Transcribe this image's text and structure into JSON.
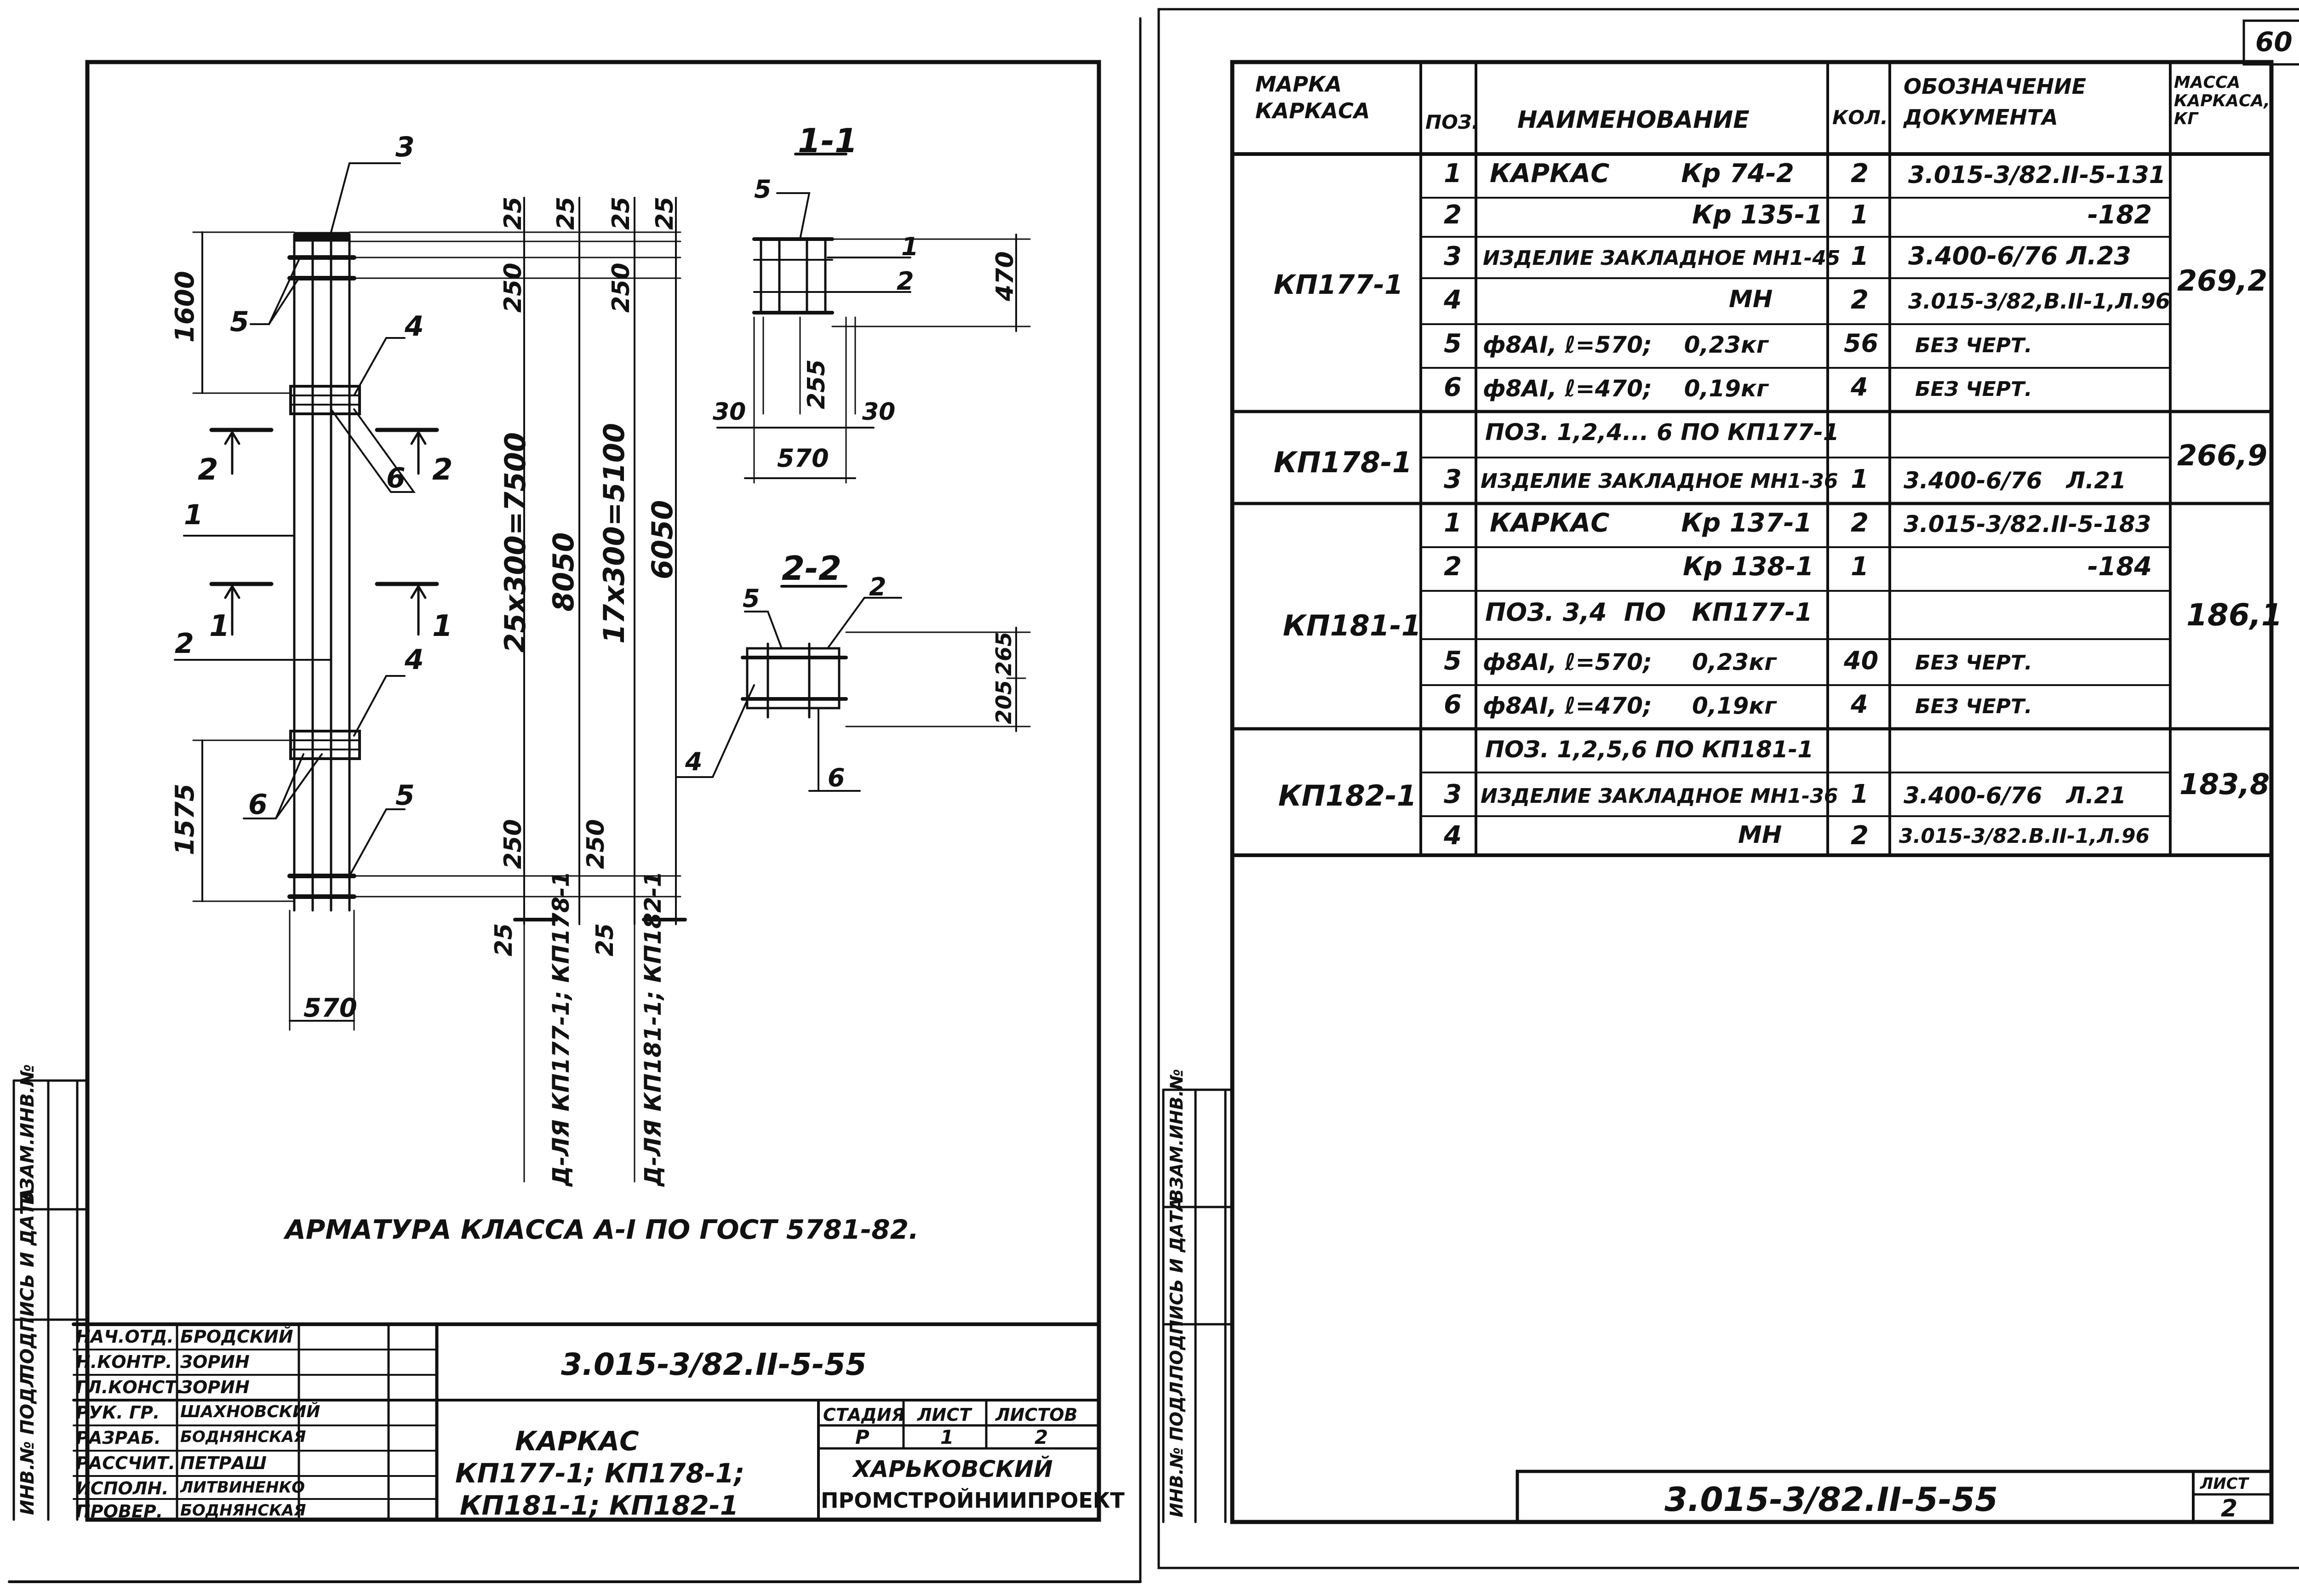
{
  "page_number": "60",
  "sheet1": {
    "section_1_1": "1-1",
    "section_2_2": "2-2",
    "labels": {
      "p3": "3",
      "p5a": "5",
      "p4a": "4",
      "p2arrow": "2",
      "p6a": "6",
      "p2arrow_b": "2",
      "p1line": "1",
      "p1arrow": "1",
      "p1arrow_b": "1",
      "p2line": "2",
      "p4b": "4",
      "p6b": "6",
      "p5b": "5",
      "s11_5": "5",
      "s11_1": "1",
      "s11_2": "2",
      "s22_5": "5",
      "s22_2": "2",
      "s22_4": "4",
      "s22_6": "6"
    },
    "dims": {
      "d1600": "1600",
      "d1575": "1575",
      "d570": "570",
      "d25a": "25",
      "d25b": "25",
      "d25c": "25",
      "d25d": "25",
      "d250a": "250",
      "d250b": "250",
      "d250c": "250",
      "d250d": "250",
      "d25_bot1": "25",
      "d25_bot2": "25",
      "d25x300": "25x300=7500",
      "d8050": "8050",
      "d17x300": "17x300=5100",
      "d6050": "6050",
      "note_a": "Д-ЛЯ КП177-1; КП178-1",
      "note_b": "Д-ЛЯ КП181-1; КП182-1",
      "s11_470": "470",
      "s11_30a": "30",
      "s11_255": "255",
      "s11_30b": "30",
      "s11_570": "570",
      "s22_265": "265",
      "s22_205": "205"
    },
    "note": "АРМАТУРА КЛАССА А-I ПО ГОСТ 5781-82.",
    "side_stamp": [
      "ИНВ.№ ПОДЛ.",
      "ПОДПИСЬ И ДАТА",
      "ВЗАМ.ИНВ.№"
    ],
    "title_block": {
      "roles": [
        "НАЧ.ОТД.",
        "Н.КОНТР.",
        "ГЛ.КОНСТ.",
        "РУК. ГР.",
        "РАЗРАБ.",
        "РАССЧИТ.",
        "ИСПОЛН.",
        "ПРОВЕР."
      ],
      "names": [
        "БРОДСКИЙ",
        "ЗОРИН",
        "ЗОРИН",
        "ШАХНОВСКИЙ",
        "БОДНЯНСКАЯ",
        "ПЕТРАШ",
        "ЛИТВИНЕНКО",
        "БОДНЯНСКАЯ"
      ],
      "doc_code": "3.015-3/82.II-5-55",
      "title_1": "КАРКАС",
      "title_2": "КП177-1; КП178-1;",
      "title_3": "КП181-1; КП182-1",
      "stage_h": "СТАДИЯ",
      "sheet_h": "ЛИСТ",
      "sheets_h": "ЛИСТОВ",
      "stage": "Р",
      "sheet": "1",
      "sheets": "2",
      "org_1": "ХАРЬКОВСКИЙ",
      "org_2": "ПРОМСТРОЙНИИПРОЕКТ"
    }
  },
  "sheet2": {
    "headers": {
      "mark": "МАРКА КАРКАСА",
      "pos": "ПОЗ.",
      "name": "НАИМЕНОВАНИЕ",
      "qty": "КОЛ.",
      "doc": "ОБОЗНАЧЕНИЕ ДОКУМЕНТА",
      "mass": "МАССА КАРКАСА, КГ"
    },
    "groups": [
      {
        "mark": "КП177-1",
        "mass": "269,2",
        "rows": [
          {
            "pos": "1",
            "name": "КАРКАС        Кр 74-2",
            "qty": "2",
            "doc": "3.015-3/82.II-5-131"
          },
          {
            "pos": "2",
            "name": "Кр 135-1",
            "qty": "1",
            "doc": "-182"
          },
          {
            "pos": "3",
            "name": "ИЗДЕЛИЕ ЗАКЛАДНОЕ МН1-45",
            "qty": "1",
            "doc": "3.400-6/76  Л.23"
          },
          {
            "pos": "4",
            "name": "МН",
            "qty": "2",
            "doc": "3.015-3/82,В.II-1,Л.96"
          },
          {
            "pos": "5",
            "name": "ф8АI, ℓ=570;    0,23кг",
            "qty": "56",
            "doc": "БЕЗ ЧЕРТ."
          },
          {
            "pos": "6",
            "name": "ф8АI, ℓ=470;    0,19кг",
            "qty": "4",
            "doc": "БЕЗ ЧЕРТ."
          }
        ]
      },
      {
        "mark": "КП178-1",
        "mass": "266,9",
        "rows": [
          {
            "pos": "",
            "name": "ПОЗ. 1,2,4... 6 ПО КП177-1",
            "qty": "",
            "doc": ""
          },
          {
            "pos": "3",
            "name": "ИЗДЕЛИЕ ЗАКЛАДНОЕ МН1-36",
            "qty": "1",
            "doc": "3.400-6/76   Л.21"
          }
        ]
      },
      {
        "mark": "КП181-1",
        "mass": "186,1",
        "rows": [
          {
            "pos": "1",
            "name": "КАРКАС        Кр 137-1",
            "qty": "2",
            "doc": "3.015-3/82.II-5-183"
          },
          {
            "pos": "2",
            "name": "Кр 138-1",
            "qty": "1",
            "doc": "-184"
          },
          {
            "pos": "",
            "name": "ПОЗ. 3,4  ПО   КП177-1",
            "qty": "",
            "doc": ""
          },
          {
            "pos": "5",
            "name": "ф8АI, ℓ=570;     0,23кг",
            "qty": "40",
            "doc": "БЕЗ ЧЕРТ."
          },
          {
            "pos": "6",
            "name": "ф8АI, ℓ=470;     0,19кг",
            "qty": "4",
            "doc": "БЕЗ ЧЕРТ."
          }
        ]
      },
      {
        "mark": "КП182-1",
        "mass": "183,8",
        "rows": [
          {
            "pos": "",
            "name": "ПОЗ. 1,2,5,6 ПО КП181-1",
            "qty": "",
            "doc": ""
          },
          {
            "pos": "3",
            "name": "ИЗДЕЛИЕ ЗАКЛАДНОЕ МН1-36",
            "qty": "1",
            "doc": "3.400-6/76   Л.21"
          },
          {
            "pos": "4",
            "name": "МН",
            "qty": "2",
            "doc": "3.015-3/82.В.II-1,Л.96"
          }
        ]
      }
    ],
    "side_stamp": [
      "ИНВ.№ ПОДЛ.",
      "ПОДПИСЬ И ДАТА",
      "ВЗАМ.ИНВ.№"
    ],
    "doc_code": "3.015-3/82.II-5-55",
    "sheet_h": "ЛИСТ",
    "sheet": "2"
  }
}
